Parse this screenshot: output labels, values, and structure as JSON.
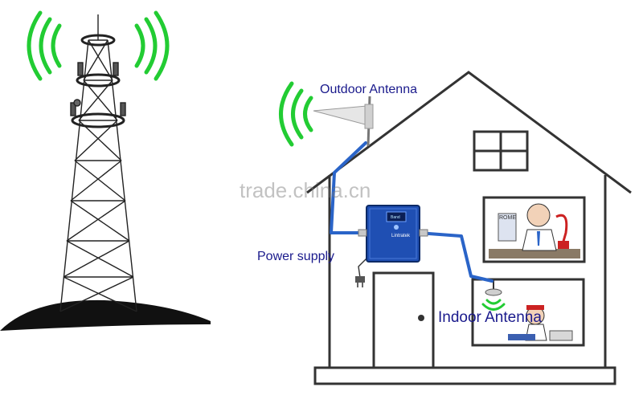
{
  "labels": {
    "outdoor_antenna": "Outdoor Antenna",
    "power_supply": "Power supply",
    "indoor_antenna": "Indoor Antenna"
  },
  "watermark": "trade.china.cn",
  "device": {
    "lcd_text": "Band",
    "brand": "Lintratek"
  },
  "room_sign": "ROME",
  "colors": {
    "signal_waves": "#22cc33",
    "label_text": "#1a1a8c",
    "cable": "#2a64c8",
    "repeater_body": "#1f4fb3",
    "house_outline": "#333333",
    "ground": "#111111"
  },
  "icons": [
    "cell-tower-icon",
    "signal-wave-icon",
    "outdoor-yagi-antenna-icon",
    "signal-repeater-icon",
    "power-plug-icon",
    "ceiling-antenna-icon",
    "person-phone-icon",
    "person-reading-icon"
  ]
}
